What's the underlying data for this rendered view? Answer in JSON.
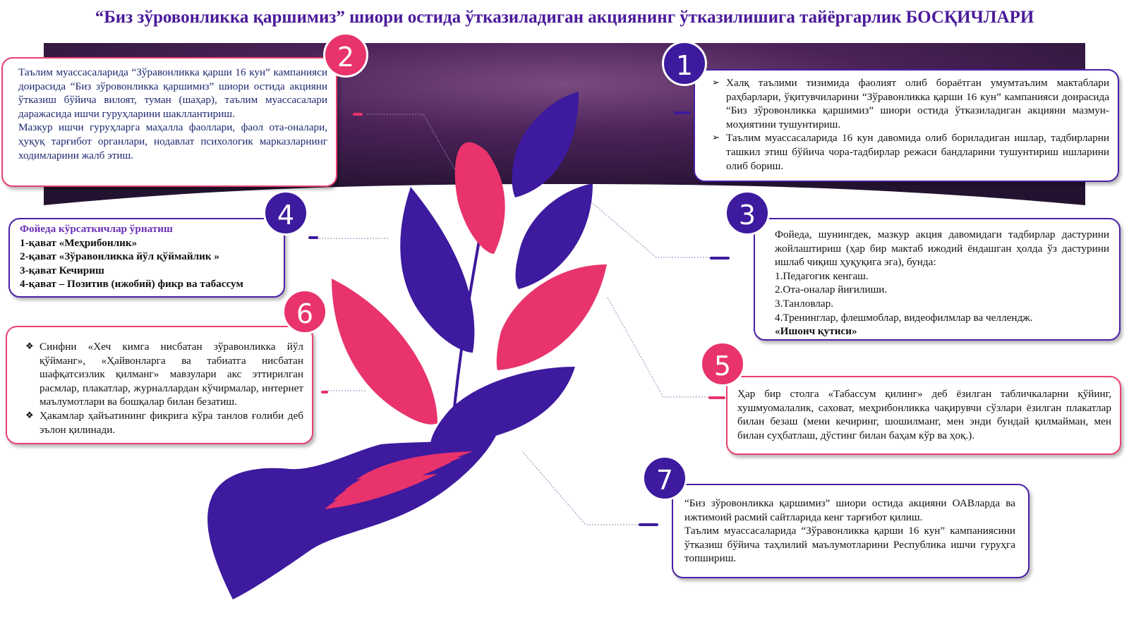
{
  "title": "“Биз зўровонликка қаршимиз” шиори остида ўтказиладиган акциянинг ўтказилишига тайёргарлик БОСҚИЧЛАРИ",
  "colors": {
    "pink": "#e8336c",
    "purple": "#3d1a9e",
    "title": "#4a1a9a"
  },
  "icons": {
    "bullet_a": "arrow-bullet-icon",
    "bullet_b": "diamond-bullet-icon",
    "illustration": "hand-with-leaves-icon"
  },
  "steps": {
    "s1": {
      "num": "1",
      "items": [
        "Халқ таълими тизимида фаолият олиб бораётган умумтаълим мактаблари раҳбарлари,  ўқитувчиларини “Зўравонликка қарши 16 кун” кампанияси доирасида  “Биз зўровонликка қаршимиз” шиори остида ўтказиладиган акцияни мазмун-моҳиятини тушунтириш.",
        "Таълим муассасаларида 16 кун давомида олиб бориладиган ишлар, тадбирларни ташкил этиш бўйича чора-тадбирлар режаси бандларини тушунтириш ишларини олиб бориш."
      ]
    },
    "s2": {
      "num": "2",
      "paragraphs": [
        "Таълим муассасаларида “Зўравонликка қарши 16 кун” кампанияси доирасида “Биз зўровонликка қаршимиз” шиори остида акцияни ўтказиш  бўйича вилоят, туман (шаҳар), таълим муассасалари даражасида ишчи гуруҳларини шакллантириш.",
        "Мазкур ишчи гуруҳларга маҳалла фаоллари, фаол ота-оналари, ҳуқуқ тарғибот органлари, нодавлат психологик марказларнинг ходимларини жалб этиш."
      ]
    },
    "s3": {
      "num": "3",
      "intro": "Фойеда, шунингдек, мазкур акция давомидаги тадбирлар дастурини жойлаштириш (ҳар бир мактаб ижодий ёндашган ҳолда ўз дастурини ишлаб чиқиш ҳуқуқига эга), бунда:",
      "lines": [
        "1.Педагогик кенгаш.",
        "2.Ота-оналар йиғилиши.",
        "3.Танловлар.",
        "4.Тренинглар, флешмоблар, видеофилмлар ва челлендж."
      ],
      "bold": "«Ишонч қутиси»"
    },
    "s4": {
      "num": "4",
      "heading": "Фойеда кўрсаткичлар ўрнатиш",
      "lines": [
        "1-қават «Меҳрибонлик»",
        "2-қават «Зўравонликка йўл қўймайлик »",
        "3-қават  Кечириш",
        "4-қават – Позитив (ижобий) фикр ва табассум"
      ]
    },
    "s5": {
      "num": "5",
      "text": "Ҳар бир столга «Табассум қилинг» деб ёзилган табличкаларни қўйинг, хушмуомалалик, саховат, меҳрибонликка чақирувчи сўзлари ёзилган плакатлар билан безаш (мени кечиринг, шошилманг, мен энди бундай қилмайман, мен билан суҳбатлаш,  дўстинг билан баҳам кўр ва ҳоқ.)."
    },
    "s6": {
      "num": "6",
      "items": [
        "Синфни «Хеч кимга нисбатан зўравонликка йўл қўйманг», «Ҳайвонларга ва табиатга нисбатан шафқатсизлик қилманг» мавзулари акс эттирилган расмлар, плакатлар, журналлардан кўчирмалар, интернет маълумотлари ва бошқалар билан безатиш.",
        "Ҳакамлар ҳайъатининг фикрига кўра танлов ғолиби деб эълон қилинади."
      ]
    },
    "s7": {
      "num": "7",
      "paragraphs": [
        "“Биз зўровонликка қаршимиз” шиори остида акцияни ОАВларда ва ижтимоий расмий сайтларида кенг тарғибот қилиш.",
        "Таълим муассасаларида “Зўравонликка қарши 16 кун” кампаниясини ўтказиш бўйича таҳлилий маълумотларини Республика ишчи гуруҳга топшириш."
      ]
    }
  }
}
